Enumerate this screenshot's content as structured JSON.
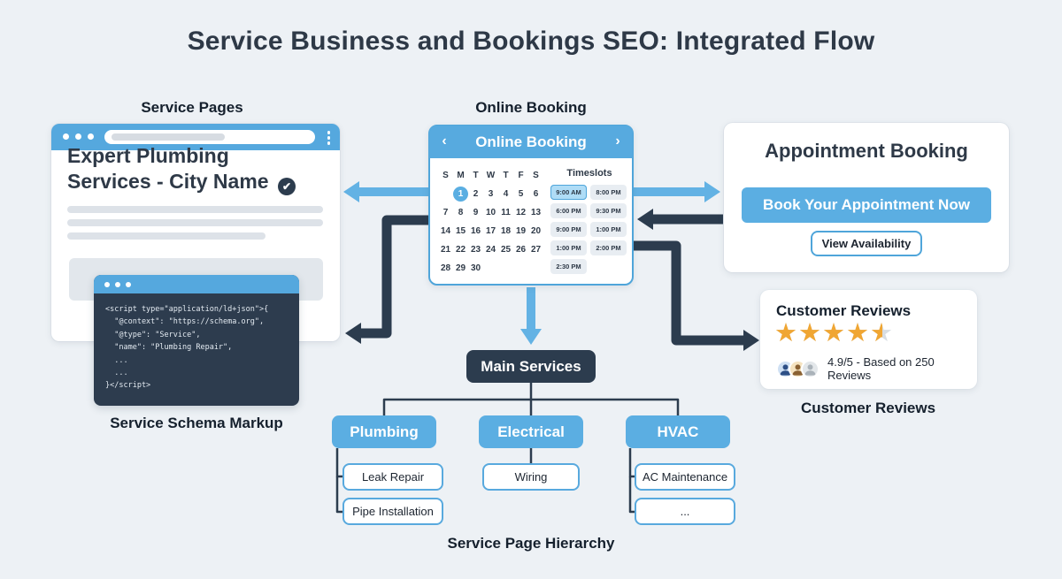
{
  "title": "Service Business and Bookings SEO: Integrated Flow",
  "labels": {
    "service_pages": "Service Pages",
    "online_booking": "Online Booking",
    "schema_markup": "Service Schema Markup",
    "customer_reviews": "Customer Reviews",
    "service_hierarchy": "Service Page Hierarchy"
  },
  "browser": {
    "heading_line1": "Expert Plumbing",
    "heading_line2": "Services - City Name",
    "verified_check": "✔"
  },
  "schema_window": {
    "code_lines": [
      "<script type=\"application/ld+json\">{",
      "  \"@context\": \"https://schema.org\",",
      "  \"@type\": \"Service\",",
      "  \"name\": \"Plumbing Repair\",",
      "  ...",
      "  ...",
      "}</script>"
    ]
  },
  "calendar": {
    "header": "Online Booking",
    "prev_icon": "‹",
    "next_icon": "›",
    "day_headers": [
      "S",
      "M",
      "T",
      "W",
      "T",
      "F",
      "S"
    ],
    "weeks": [
      [
        "",
        "1",
        "2",
        "3",
        "4",
        "5",
        "6"
      ],
      [
        "7",
        "8",
        "9",
        "10",
        "11",
        "12",
        "13"
      ],
      [
        "14",
        "15",
        "16",
        "17",
        "18",
        "19",
        "20"
      ],
      [
        "21",
        "22",
        "23",
        "24",
        "25",
        "26",
        "27"
      ],
      [
        "28",
        "29",
        "30",
        "",
        "",
        "",
        ""
      ]
    ],
    "selected_day": "1",
    "timeslots_title": "Timeslots",
    "timeslots": [
      {
        "label": "9:00 AM",
        "selected": true
      },
      {
        "label": "8:00 PM",
        "selected": false
      },
      {
        "label": "6:00 PM",
        "selected": false
      },
      {
        "label": "9:30 PM",
        "selected": false
      },
      {
        "label": "9:00 PM",
        "selected": false
      },
      {
        "label": "1:00 PM",
        "selected": false
      },
      {
        "label": "1:00 PM",
        "selected": false
      },
      {
        "label": "2:00 PM",
        "selected": false
      },
      {
        "label": "2:30 PM",
        "selected": false
      }
    ]
  },
  "appointment": {
    "title": "Appointment Booking",
    "primary_button": "Book Your Appointment Now",
    "secondary_button": "View Availability"
  },
  "reviews": {
    "title": "Customer Reviews",
    "stars_value": 4.5,
    "stars_glyphs": "★★★★★",
    "rating_text": "4.9/5 - Based on 250 Reviews"
  },
  "hierarchy": {
    "root": "Main Services",
    "branches": [
      {
        "label": "Plumbing",
        "children": [
          "Leak Repair",
          "Pipe Installation"
        ]
      },
      {
        "label": "Electrical",
        "children": [
          "Wiring"
        ]
      },
      {
        "label": "HVAC",
        "children": [
          "AC Maintenance",
          "..."
        ]
      }
    ]
  },
  "colors": {
    "background": "#edf1f5",
    "accent_blue": "#5baee2",
    "dark_navy": "#2c3c4e",
    "star_orange": "#f0a633"
  }
}
